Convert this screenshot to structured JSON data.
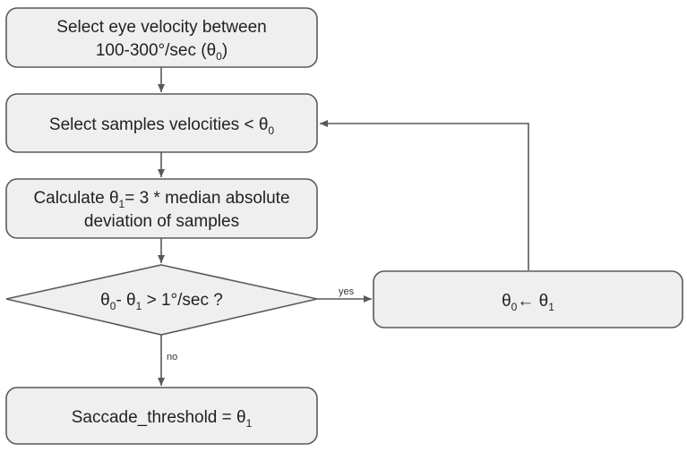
{
  "nodes": {
    "select_velocity": {
      "line1": "Select eye velocity between",
      "line2_pre": "100-300°/sec (θ",
      "line2_sub": "0",
      "line2_post": ")"
    },
    "select_samples": {
      "pre": "Select samples velocities < θ",
      "sub": "0"
    },
    "calculate": {
      "line1_pre": "Calculate θ",
      "line1_sub": "1",
      "line1_post": "= 3 * median absolute",
      "line2": "deviation of samples"
    },
    "decision": {
      "t1": "θ",
      "s1": "0",
      "t2": "- θ",
      "s2": "1",
      "t3": " > 1°/sec ?"
    },
    "update": {
      "t1": "θ",
      "s1": "0",
      "t2": "← θ",
      "s2": "1"
    },
    "result": {
      "pre": "Saccade_threshold = θ",
      "sub": "1"
    }
  },
  "edges": {
    "yes_label": "yes",
    "no_label": "no"
  }
}
